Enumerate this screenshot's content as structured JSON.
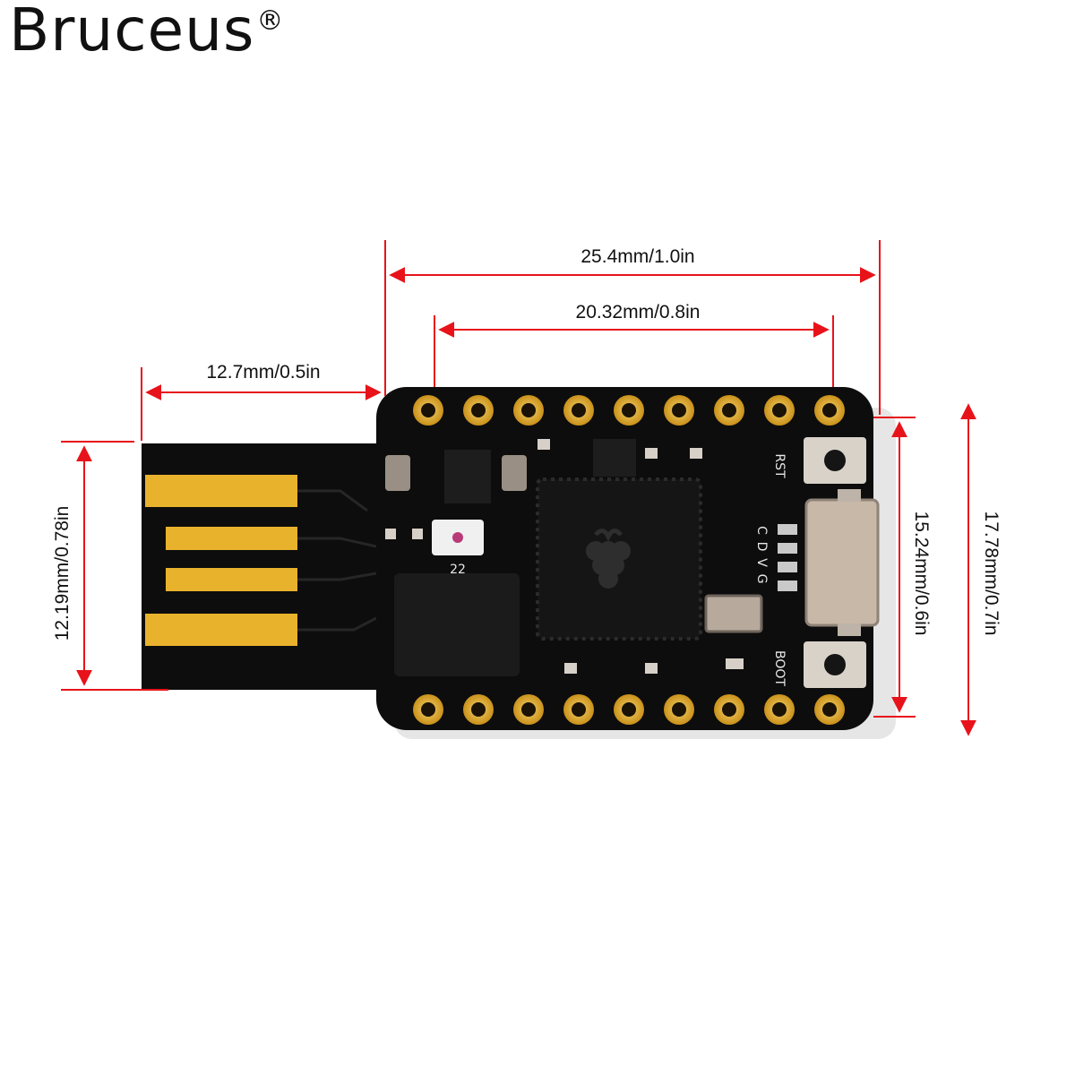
{
  "brand": {
    "name": "Bruceus",
    "mark": "®"
  },
  "dimensions": {
    "overall_length": "25.4mm/1.0in",
    "pin_row_span": "20.32mm/0.8in",
    "usb_plug_length": "12.7mm/0.5in",
    "usb_plug_width": "12.19mm/0.78in",
    "pin_row_spacing": "15.24mm/0.6in",
    "board_width": "17.78mm/0.7in"
  },
  "board": {
    "led_label": "22",
    "reset_label": "RST",
    "boot_label": "BOOT",
    "side_pins": [
      "C",
      "D",
      "V",
      "G"
    ]
  },
  "colors": {
    "dimension_line": "#e8131a",
    "pcb": "#0d0d0d",
    "gold": "#e9b22c",
    "connector": "#c8b8a8"
  },
  "icons": [
    "raspberry-logo-icon"
  ]
}
